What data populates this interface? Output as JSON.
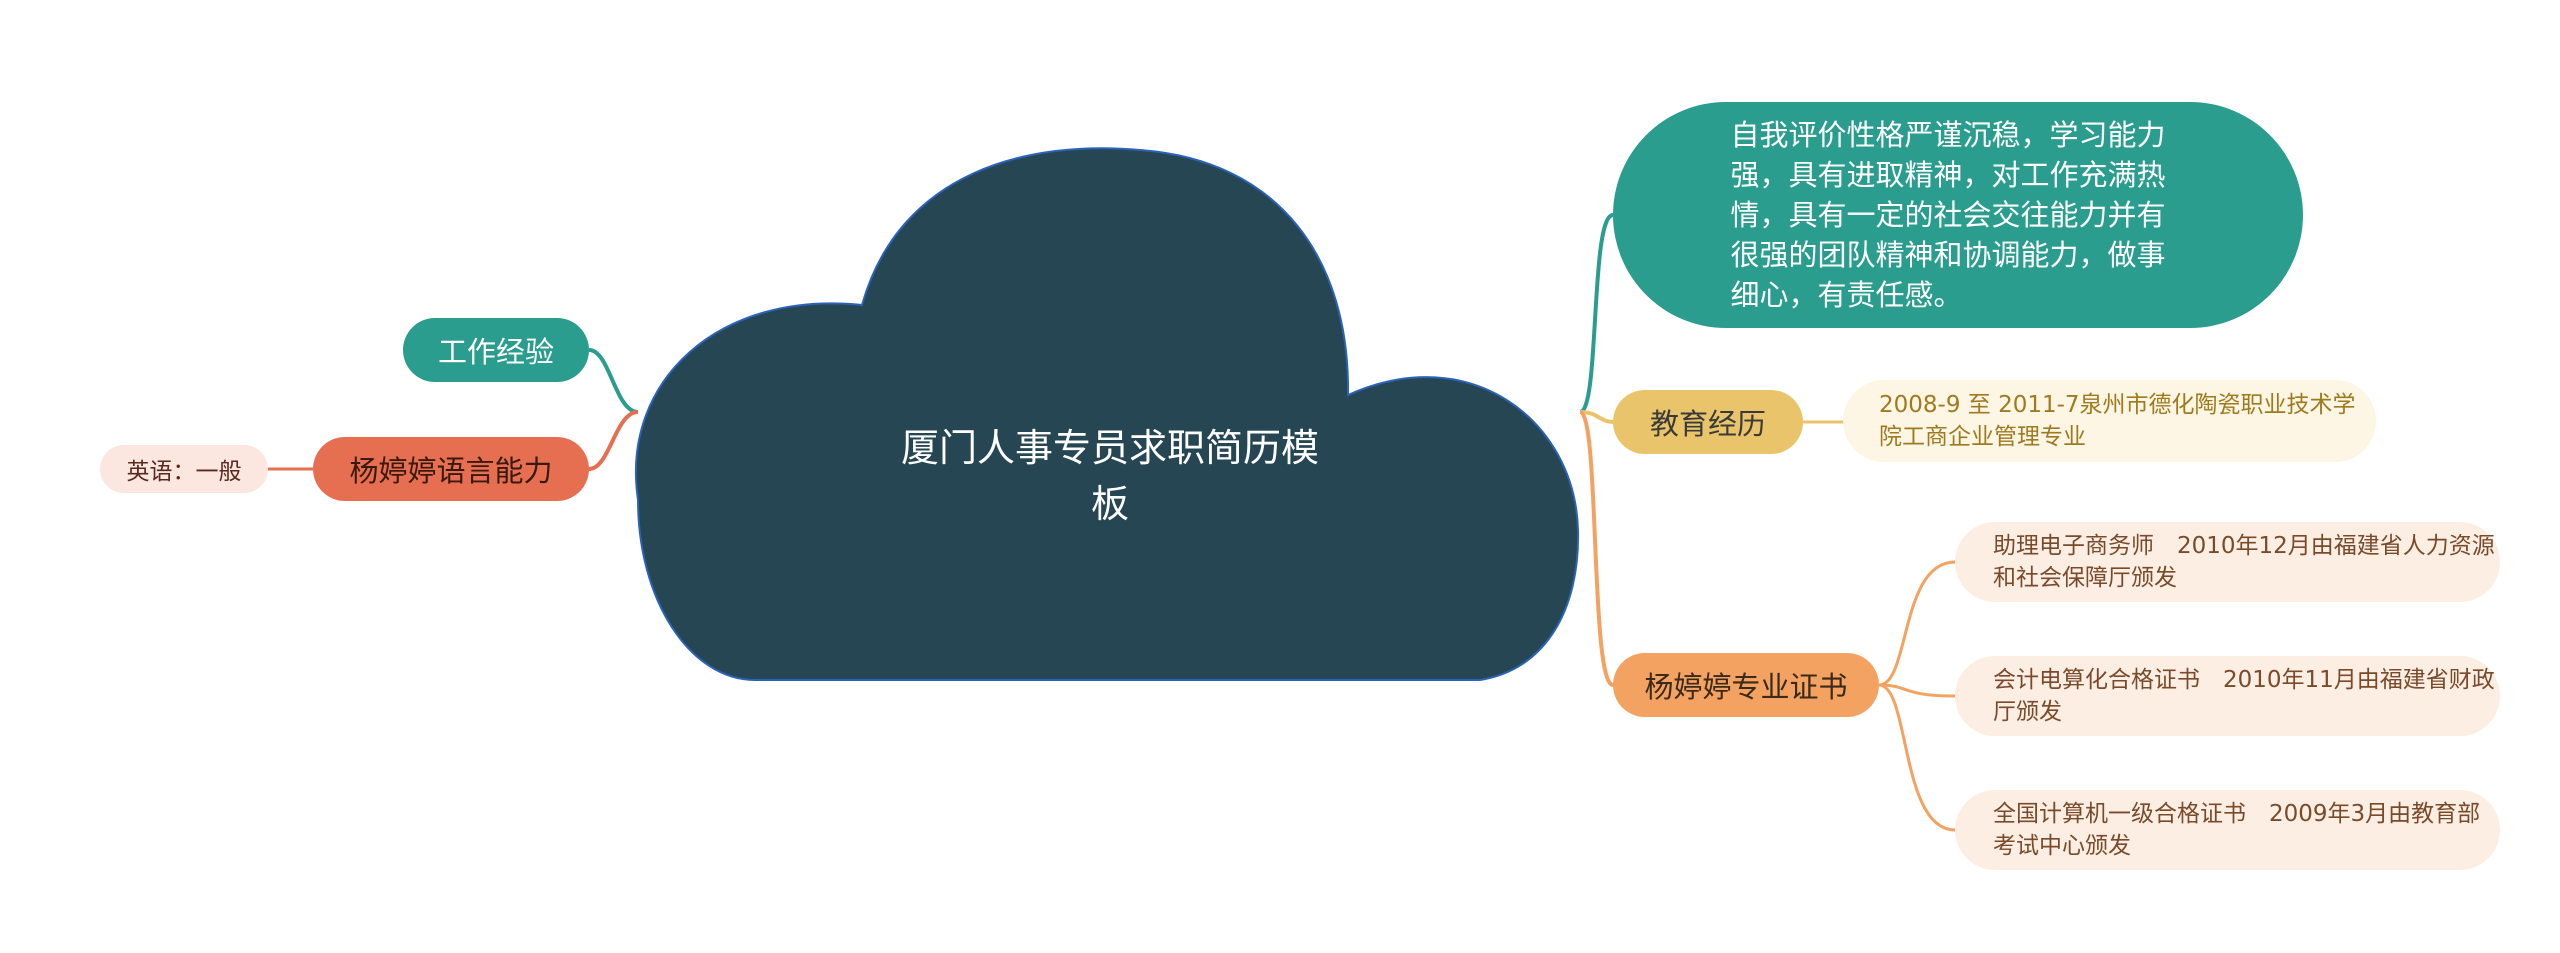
{
  "central": {
    "title_line1": "厦门人事专员求职简历模",
    "title_line2": "板"
  },
  "right": {
    "self_evaluation": "自我评价性格严谨沉稳，学习能力强，具有进取精神，对工作充满热情，具有一定的社会交往能力并有很强的团队精神和协调能力，做事细心，有责任感。",
    "education": {
      "label": "教育经历",
      "detail": "2008-9 至 2011-7泉州市德化陶瓷职业技术学院工商企业管理专业"
    },
    "certificates": {
      "label": "杨婷婷专业证书",
      "items": [
        "助理电子商务师　2010年12月由福建省人力资源和社会保障厅颁发",
        "会计电算化合格证书　2010年11月由福建省财政厅颁发",
        "全国计算机一级合格证书　2009年3月由教育部考试中心颁发"
      ]
    }
  },
  "left": {
    "work": {
      "label": "工作经验"
    },
    "language": {
      "label": "杨婷婷语言能力",
      "detail": "英语：一般"
    }
  },
  "colors": {
    "cloud_fill": "#264653",
    "teal": "#2a9d8f",
    "yellow": "#e9c46a",
    "orange": "#f4a261",
    "coral": "#e76f51"
  }
}
